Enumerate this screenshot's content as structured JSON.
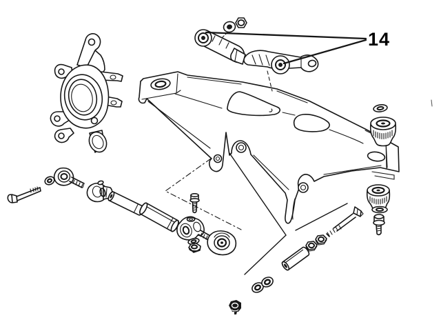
{
  "diagram": {
    "type": "exploded-parts-diagram",
    "background": "#ffffff",
    "line_color": "#161616",
    "callout": {
      "label": "14"
    },
    "parts": [
      "wheel-knuckle",
      "subframe-crossmember",
      "upper-arm-front",
      "upper-arm-rear",
      "arm-bushing",
      "arm-nut",
      "washer-top-right",
      "body-mount-bushing-upper",
      "body-mount-bushing-lower",
      "washer-right",
      "bolt-short-right",
      "bolt-long-right",
      "hex-nut-a",
      "hex-nut-b",
      "spacer-tube",
      "washer-bottom-a",
      "washer-bottom-b",
      "locknut",
      "bolt-long-left",
      "washer-left",
      "tie-rod-end-outer",
      "clamp-outer",
      "adjuster-rod",
      "adjuster-sleeve",
      "bolt-clamp",
      "clamp-inner",
      "washer-clamp",
      "nut-clamp",
      "tie-rod-end-inner"
    ]
  }
}
